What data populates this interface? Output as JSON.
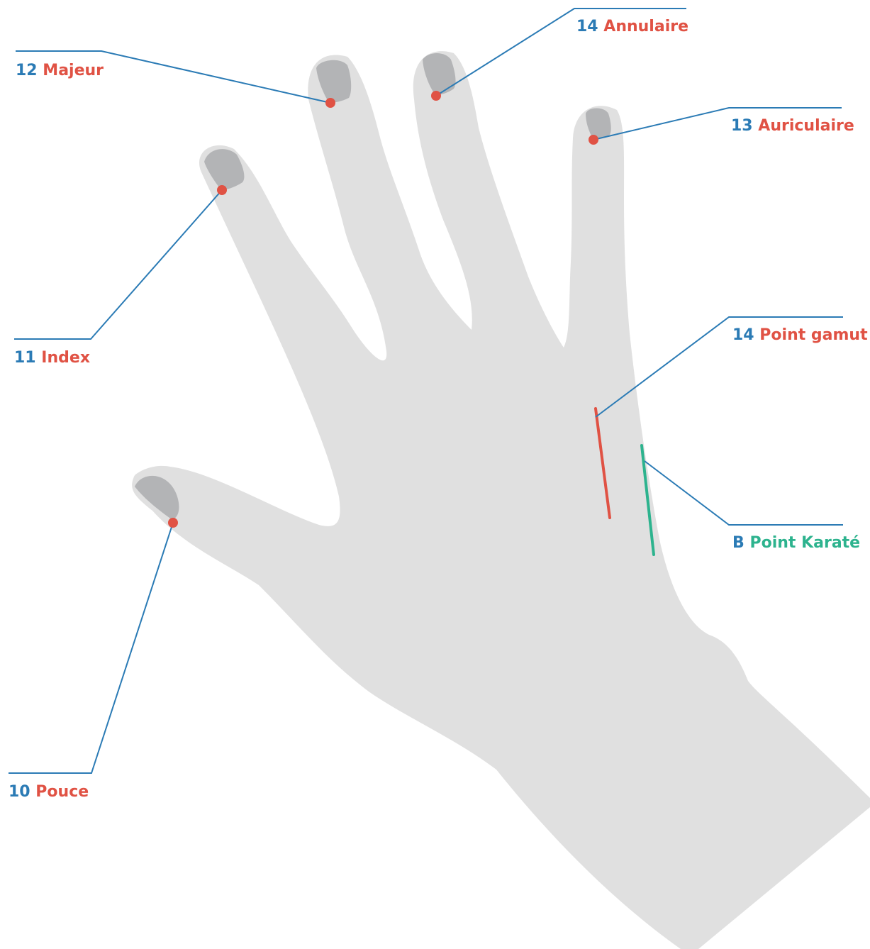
{
  "colors": {
    "hand": "#e0e0e0",
    "nail": "#b3b4b6",
    "line": "#2b7bb5",
    "number": "#2b7bb5",
    "name": "#e05244",
    "karate": "#2db38e",
    "point": "#e05244"
  },
  "labels": {
    "majeur": {
      "num": "12",
      "name": "Majeur"
    },
    "annulaire": {
      "num": "14",
      "name": "Annulaire"
    },
    "auriculaire": {
      "num": "13",
      "name": "Auriculaire"
    },
    "index": {
      "num": "11",
      "name": "Index"
    },
    "gamut": {
      "num": "14",
      "name": "Point gamut"
    },
    "karate": {
      "num": "B",
      "name": "Point Karaté"
    },
    "pouce": {
      "num": "10",
      "name": "Pouce"
    }
  }
}
